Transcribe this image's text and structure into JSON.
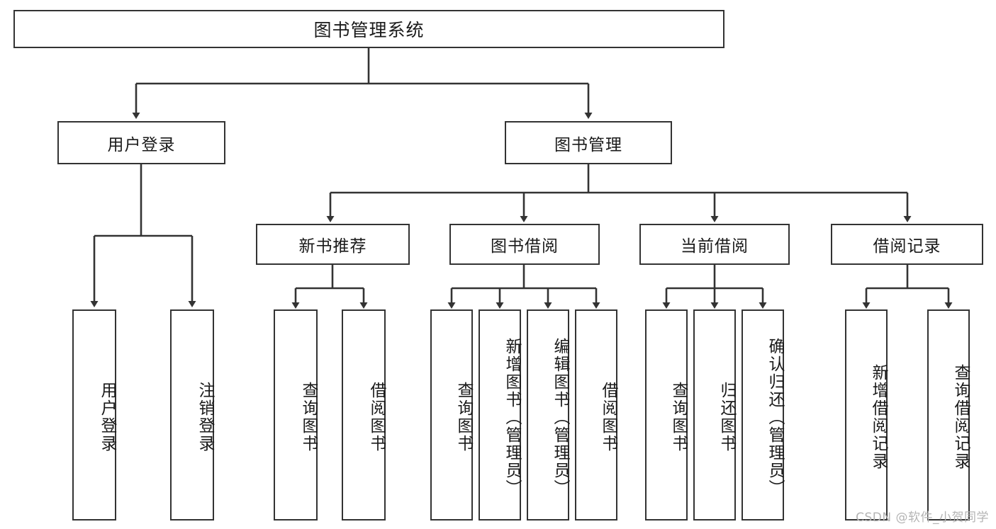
{
  "diagram": {
    "type": "tree",
    "title": "图书管理系统",
    "orientation": "top-down",
    "colors": {
      "box_border": "#333333",
      "box_fill": "#ffffff",
      "edge": "#333333",
      "text": "#1a1a1a",
      "watermark": "#b4b4b4",
      "background": "#ffffff"
    },
    "nodes": {
      "root": {
        "label": "图书管理系统"
      },
      "level2": [
        {
          "label": "用户登录"
        },
        {
          "label": "图书管理"
        }
      ],
      "level3": [
        {
          "label": "新书推荐"
        },
        {
          "label": "图书借阅"
        },
        {
          "label": "当前借阅"
        },
        {
          "label": "借阅记录"
        }
      ],
      "leaves_user_login": [
        {
          "label": "用户登录"
        },
        {
          "label": "注销登录"
        }
      ],
      "leaves_new_book": [
        {
          "label": "查询图书"
        },
        {
          "label": "借阅图书"
        }
      ],
      "leaves_borrow": [
        {
          "label": "查询图书"
        },
        {
          "label": "新增图书（管理员）"
        },
        {
          "label": "编辑图书（管理员）"
        },
        {
          "label": "借阅图书"
        }
      ],
      "leaves_current": [
        {
          "label": "查询图书"
        },
        {
          "label": "归还图书"
        },
        {
          "label": "确认归还（管理员）"
        }
      ],
      "leaves_record": [
        {
          "label": "新增借阅记录"
        },
        {
          "label": "查询借阅记录"
        }
      ]
    },
    "watermark": "CSDN @软件_小贺同学"
  }
}
